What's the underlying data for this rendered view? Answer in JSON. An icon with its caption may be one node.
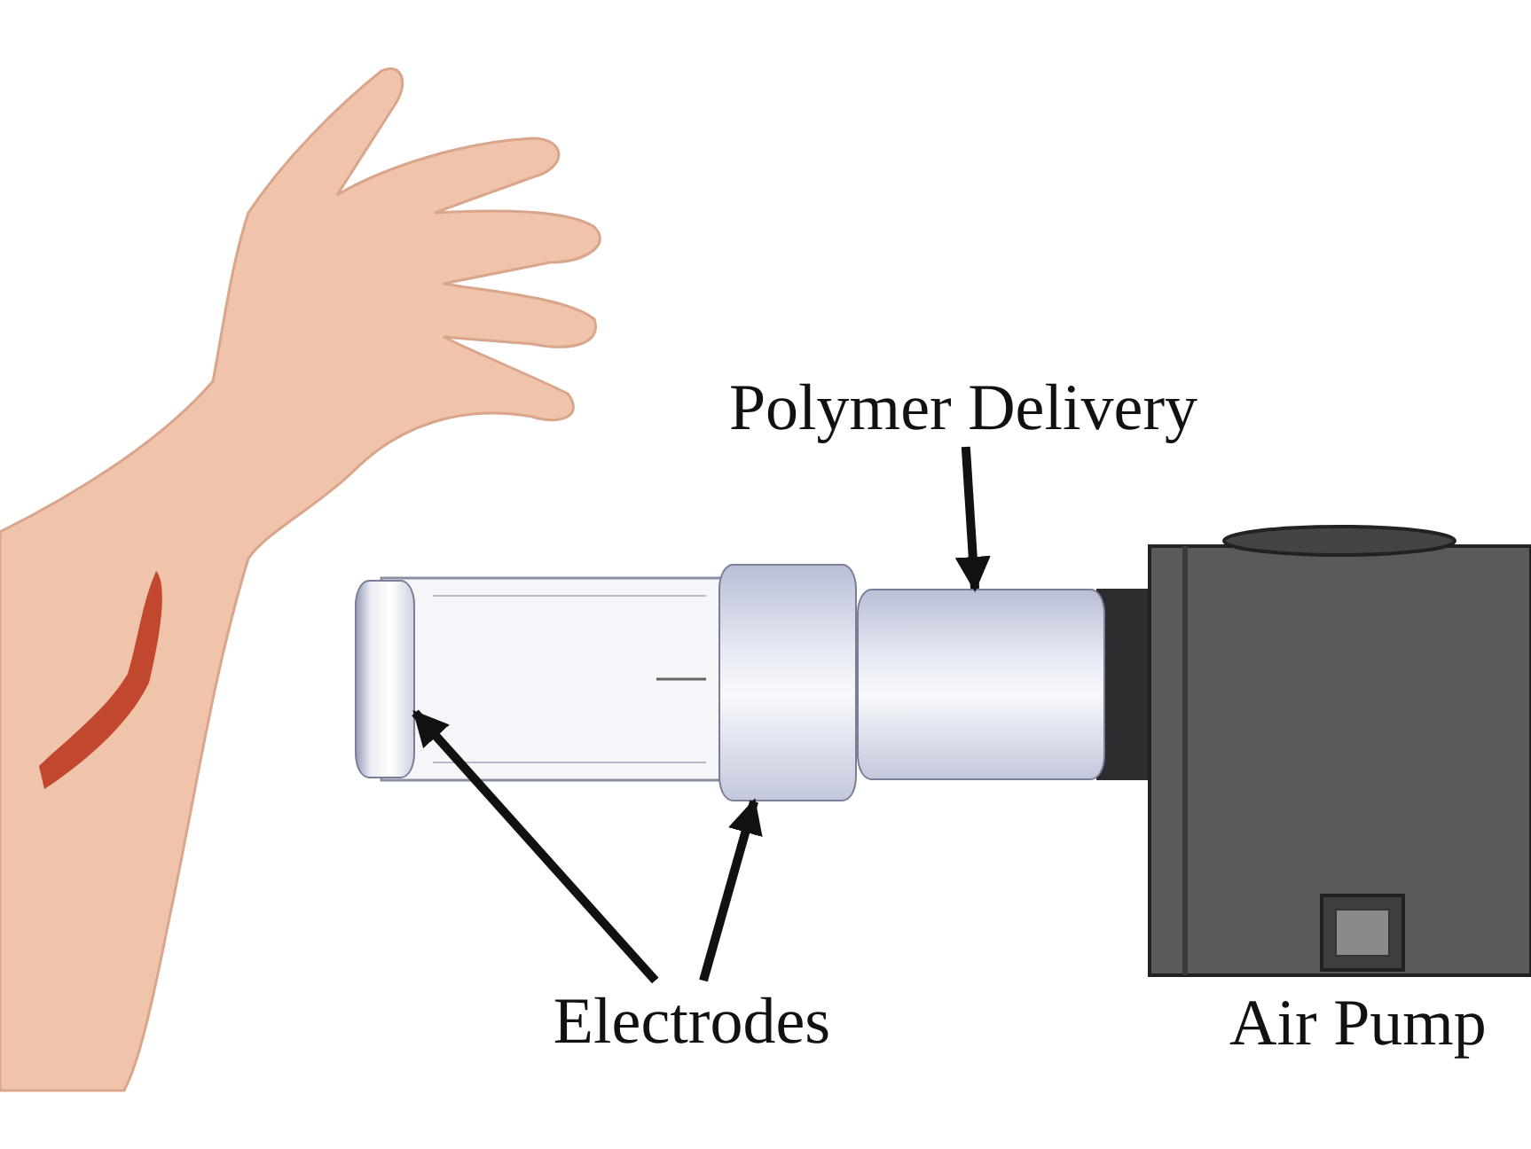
{
  "diagram": {
    "nodes": [
      {
        "text": [
          "Polymer Delivery"
        ]
      },
      {
        "text": [],
        "shape": "cylinder"
      },
      {
        "text": [],
        "shape": "cylinder"
      },
      {
        "text": [],
        "shape": "cylinder"
      },
      {
        "text": [
          "Electrodes"
        ]
      }
    ],
    "edges": [
      {
        "from": 0,
        "to": 3,
        "arrow": "to"
      },
      {
        "from": 4,
        "to": 1,
        "arrow": "to"
      },
      {
        "from": 4,
        "to": 2,
        "arrow": "to"
      }
    ],
    "labels": [
      "Air Pump"
    ]
  }
}
